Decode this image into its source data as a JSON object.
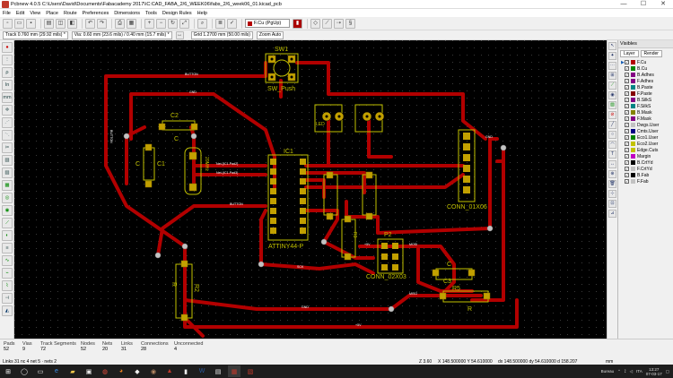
{
  "window": {
    "title": "Pcbnew 4.0.5 C:\\Users\\David\\Documents\\Fabacademy 2017\\\\C:CAD_FABA_2/6_WEEK06\\fabs_2/6_week06_01.kicad_pcb",
    "min": "—",
    "max": "☐",
    "close": "✕"
  },
  "menu": [
    "File",
    "Edit",
    "View",
    "Place",
    "Route",
    "Preferences",
    "Dimensions",
    "Tools",
    "Design Rules",
    "Help"
  ],
  "toolbar": {
    "layer": "F.Cu (PgUp)",
    "layer_color": "#b40000"
  },
  "toolbar2": {
    "track": "Track 0.760 mm (29.92 mils) *",
    "via": "Via: 0.60 mm (23.6 mils) / 0.40 mm (15.7 mils) *",
    "grid": "Grid 1.2700 mm (50.00 mils)",
    "zoom": "Zoom Auto"
  },
  "layers_panel": {
    "header": "Visibles",
    "tabs": [
      "Layer",
      "Render"
    ],
    "items": [
      {
        "name": "F.Cu",
        "color": "#b40000",
        "active": true
      },
      {
        "name": "B.Cu",
        "color": "#008400"
      },
      {
        "name": "B.Adhes",
        "color": "#840084"
      },
      {
        "name": "F.Adhes",
        "color": "#840084"
      },
      {
        "name": "B.Paste",
        "color": "#008484"
      },
      {
        "name": "F.Paste",
        "color": "#840000"
      },
      {
        "name": "B.SilkS",
        "color": "#840084"
      },
      {
        "name": "F.SilkS",
        "color": "#008484"
      },
      {
        "name": "B.Mask",
        "color": "#848400"
      },
      {
        "name": "F.Mask",
        "color": "#840084"
      },
      {
        "name": "Dwgs.User",
        "color": "#c2c2c2"
      },
      {
        "name": "Cmts.User",
        "color": "#000084"
      },
      {
        "name": "Eco1.User",
        "color": "#008400"
      },
      {
        "name": "Eco2.User",
        "color": "#c2c200"
      },
      {
        "name": "Edge.Cuts",
        "color": "#c2c200"
      },
      {
        "name": "Margin",
        "color": "#c200c2"
      },
      {
        "name": "B.CrtYd",
        "color": "#000000"
      },
      {
        "name": "F.CrtYd",
        "color": "#c2c2c2"
      },
      {
        "name": "B.Fab",
        "color": "#000000"
      },
      {
        "name": "F.Fab",
        "color": "#c2c2c2"
      }
    ]
  },
  "status": {
    "pads": {
      "label": "Pads",
      "value": "52"
    },
    "vias": {
      "label": "Vias",
      "value": "9"
    },
    "track_segments": {
      "label": "Track Segments",
      "value": "72"
    },
    "nodes": {
      "label": "Nodes",
      "value": "52"
    },
    "nets": {
      "label": "Nets",
      "value": "20"
    },
    "links": {
      "label": "Links",
      "value": "31"
    },
    "connections": {
      "label": "Connections",
      "value": "28"
    },
    "unconnected": {
      "label": "Unconnected",
      "value": "4"
    },
    "bottom_left": "Links 31 nc 4 net 5 · nets 2",
    "z": "Z 3.60",
    "xy": "X 148.500000 Y 54.610000",
    "dxdy": "dx 148.500000  dy 54.610000  d 158.207",
    "units": "mm"
  },
  "taskbar": {
    "lang": "ITA",
    "time": "13:27",
    "date": "07-03-17",
    "weather": "Bureau"
  },
  "board": {
    "labels": {
      "sw1": "SW1",
      "sw_push": "SW_Push",
      "c2": "C2",
      "c": "C",
      "c1": "C1",
      "r2": "R2",
      "r3": "R3",
      "ic1": "IC1",
      "attiny": "ATTINY44-P",
      "led": "LED",
      "conn1": "CONN_01X06",
      "p2": "P2",
      "conn2": "CONN_02X03",
      "r5": "R5",
      "r": "R",
      "c3": "C3",
      "vcc": "+5V",
      "gnd": "GND",
      "button": "BUTTON",
      "reset": "RESET",
      "mosi": "MOSI",
      "miso": "MISO",
      "sck": "SCK",
      "xtal1": "Net-(IC1-Pad2)",
      "xtal2": "Net-(IC1-Pad3)",
      "xtal_label": "20MHz"
    }
  }
}
